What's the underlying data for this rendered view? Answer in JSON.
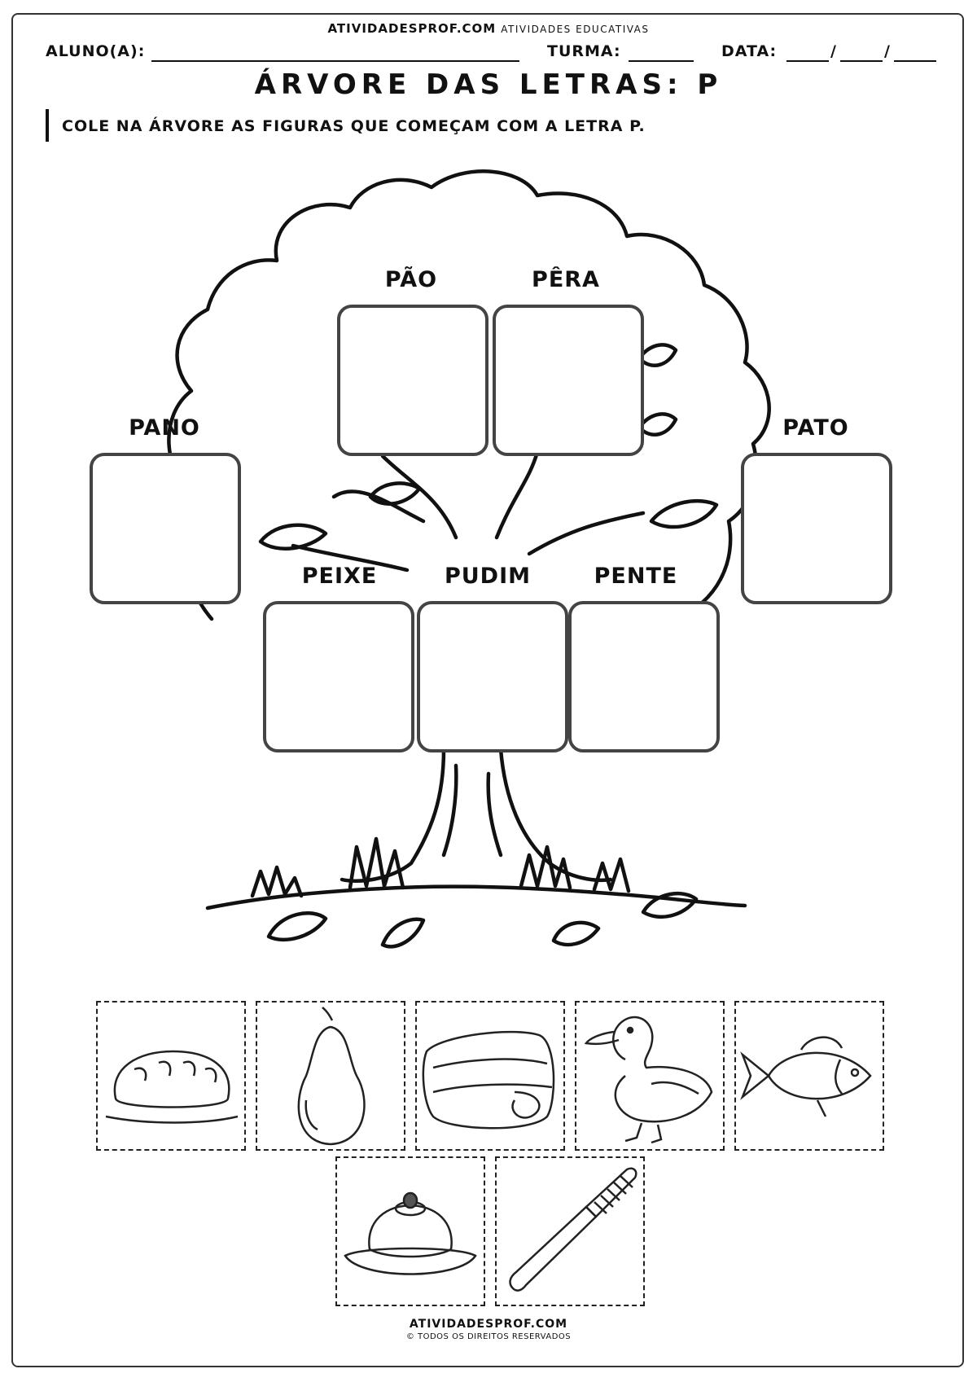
{
  "header": {
    "site": "ATIVIDADESPROF.COM",
    "site_sub": "ATIVIDADES EDUCATIVAS",
    "student_label": "ALUNO(A):",
    "class_label": "TURMA:",
    "date_label": "DATA:",
    "date_sep": "/"
  },
  "title": "ÁRVORE DAS LETRAS: P",
  "instruction": "COLE NA ÁRVORE AS FIGURAS QUE COMEÇAM COM A LETRA P.",
  "tree_words": {
    "pao": "PÃO",
    "pera": "PÊRA",
    "pano": "PANO",
    "pato": "PATO",
    "peixe": "PEIXE",
    "pudim": "PUDIM",
    "pente": "PENTE"
  },
  "cutouts": [
    "bread-icon",
    "pear-icon",
    "folded-cloth-icon",
    "duck-icon",
    "fish-icon",
    "pudding-icon",
    "comb-icon"
  ],
  "footer": {
    "site": "ATIVIDADESPROF.COM",
    "rights": "© TODOS OS DIREITOS RESERVADOS"
  }
}
